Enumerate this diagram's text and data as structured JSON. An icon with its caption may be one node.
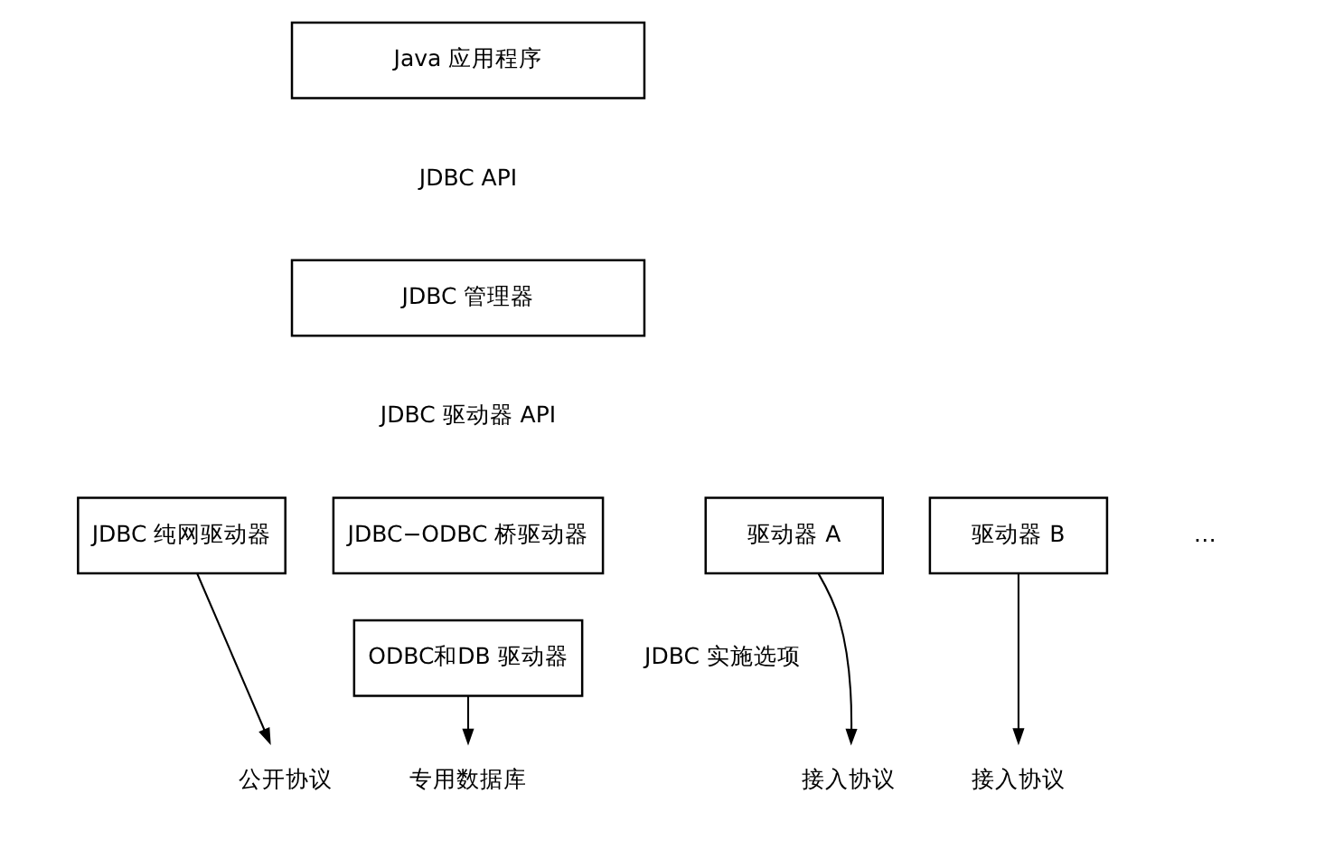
{
  "diagram": {
    "nodes": [
      {
        "text": [
          "Java 应用程序"
        ]
      },
      {
        "text": [
          "JDBC 管理器"
        ]
      },
      {
        "text": [
          "JDBC 纯网驱动器"
        ]
      },
      {
        "text": [
          "JDBC−ODBC 桥驱动器"
        ]
      },
      {
        "text": [
          "ODBC和DB 驱动器"
        ]
      },
      {
        "text": [
          "驱动器 A"
        ]
      },
      {
        "text": [
          "驱动器 B"
        ]
      },
      {
        "text": [
          "公开协议"
        ]
      },
      {
        "text": [
          "专用数据库"
        ]
      },
      {
        "text": [
          "接入协议"
        ]
      },
      {
        "text": [
          "接入协议"
        ]
      }
    ],
    "edges": [
      {
        "from": 2,
        "to": 7,
        "arrow": "to"
      },
      {
        "from": 4,
        "to": 8,
        "arrow": "to"
      },
      {
        "from": 5,
        "to": 9,
        "arrow": "to"
      },
      {
        "from": 6,
        "to": 10,
        "arrow": "to"
      }
    ],
    "labels": [
      "JDBC API",
      "JDBC 驱动器 API",
      "…",
      "JDBC 实施选项"
    ]
  }
}
